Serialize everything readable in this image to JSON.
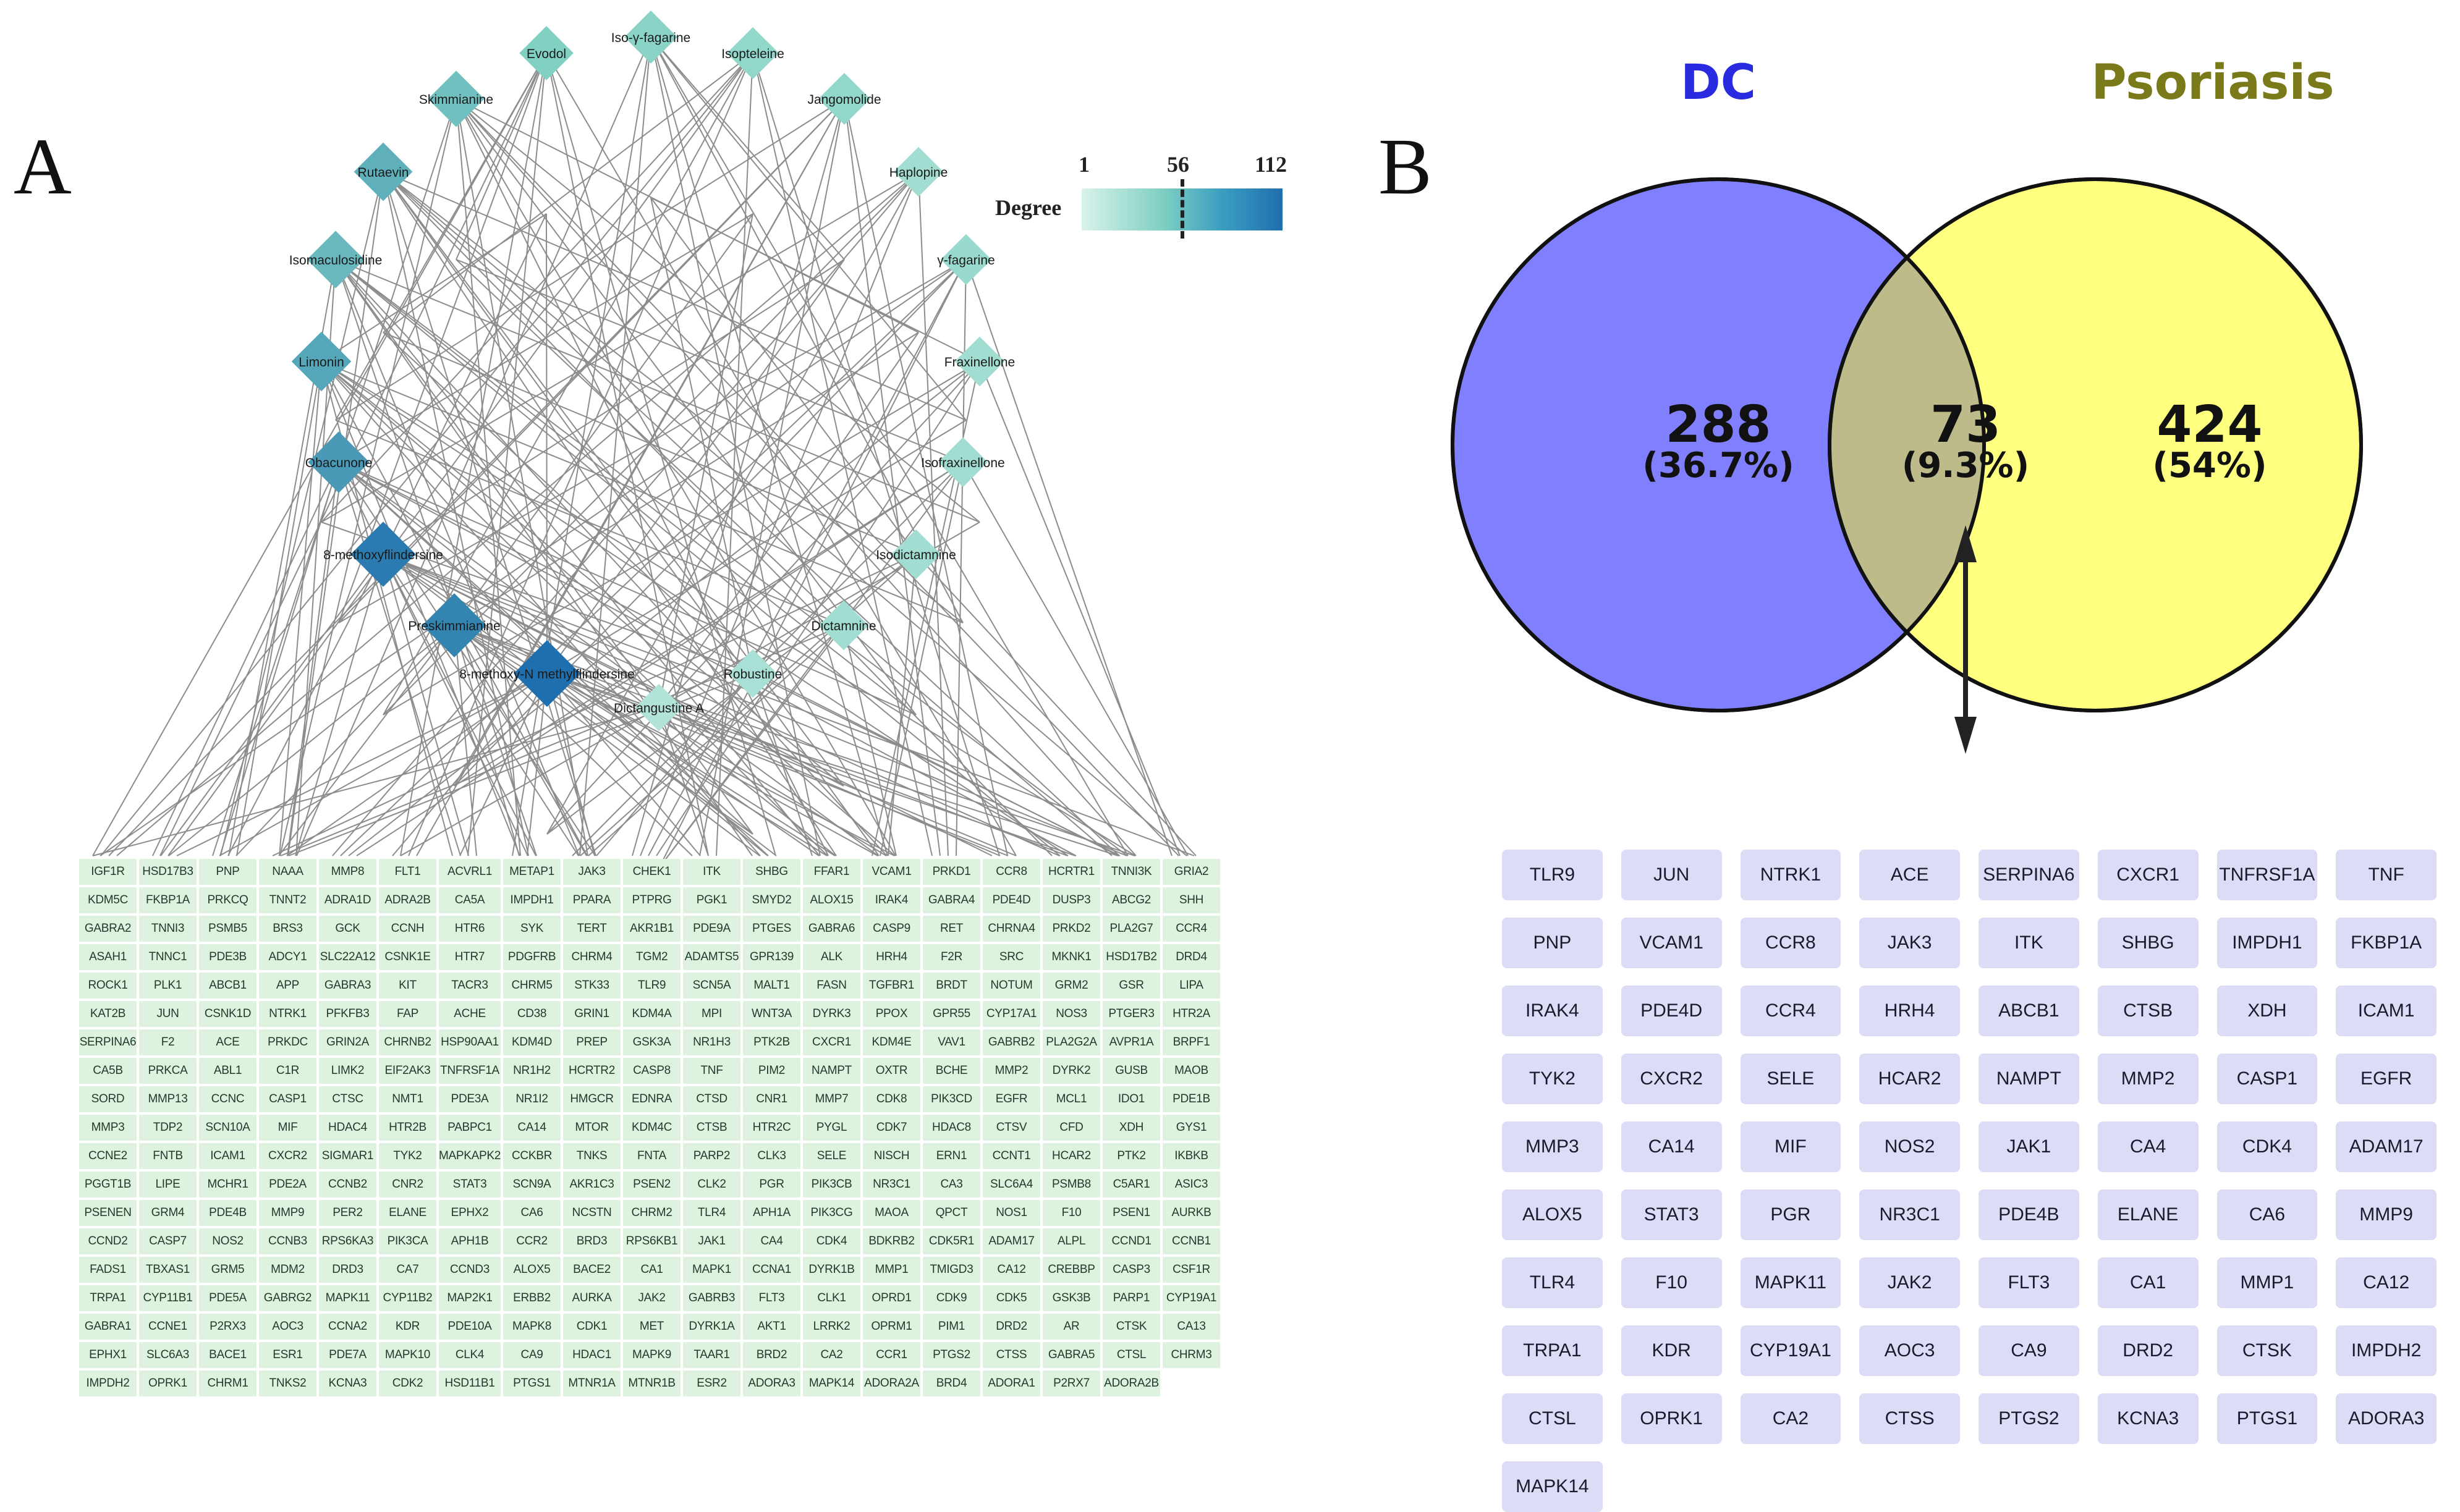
{
  "panels": {
    "a": "A",
    "b": "B"
  },
  "legend": {
    "title": "Degree",
    "min": "1",
    "mid": "56",
    "max": "112",
    "colors": {
      "low": "#d8f2ea",
      "mid": "#7fd0c2",
      "high": "#1f6fae"
    }
  },
  "compounds": [
    {
      "name": "Evodol",
      "degree": 55
    },
    {
      "name": "Iso-γ-fagarine",
      "degree": 50
    },
    {
      "name": "Isopteleine",
      "degree": 45
    },
    {
      "name": "Skimmianine",
      "degree": 65
    },
    {
      "name": "Jangomolide",
      "degree": 45
    },
    {
      "name": "Rutaevin",
      "degree": 75
    },
    {
      "name": "Haplopine",
      "degree": 35
    },
    {
      "name": "Isomaculosidine",
      "degree": 70
    },
    {
      "name": "γ-fagarine",
      "degree": 40
    },
    {
      "name": "Limonin",
      "degree": 80
    },
    {
      "name": "Fraxinellone",
      "degree": 35
    },
    {
      "name": "Obacunone",
      "degree": 88
    },
    {
      "name": "Isofraxinellone",
      "degree": 35
    },
    {
      "name": "8-methoxyflindersine",
      "degree": 105
    },
    {
      "name": "Isodictamnine",
      "degree": 35
    },
    {
      "name": "Preskimmianine",
      "degree": 100
    },
    {
      "name": "Dictamnine",
      "degree": 35
    },
    {
      "name": "8-methoxy-N methylflindersine",
      "degree": 112
    },
    {
      "name": "Robustine",
      "degree": 30
    },
    {
      "name": "Dictangustine A",
      "degree": 25
    }
  ],
  "targets_a": [
    [
      "IGF1R",
      "HSD17B3",
      "PNP",
      "NAAA",
      "MMP8",
      "FLT1",
      "ACVRL1",
      "METAP1",
      "JAK3",
      "CHEK1",
      "ITK",
      "SHBG",
      "FFAR1",
      "VCAM1",
      "PRKD1",
      "CCR8",
      "HCRTR1",
      "TNNI3K",
      "GRIA2"
    ],
    [
      "KDM5C",
      "FKBP1A",
      "PRKCQ",
      "TNNT2",
      "ADRA1D",
      "ADRA2B",
      "CA5A",
      "IMPDH1",
      "PPARA",
      "PTPRG",
      "PGK1",
      "SMYD2",
      "ALOX15",
      "IRAK4",
      "GABRA4",
      "PDE4D",
      "DUSP3",
      "ABCG2",
      "SHH"
    ],
    [
      "GABRA2",
      "TNNI3",
      "PSMB5",
      "BRS3",
      "GCK",
      "CCNH",
      "HTR6",
      "SYK",
      "TERT",
      "AKR1B1",
      "PDE9A",
      "PTGES",
      "GABRA6",
      "CASP9",
      "RET",
      "CHRNA4",
      "PRKD2",
      "PLA2G7",
      "CCR4"
    ],
    [
      "ASAH1",
      "TNNC1",
      "PDE3B",
      "ADCY1",
      "SLC22A12",
      "CSNK1E",
      "HTR7",
      "PDGFRB",
      "CHRM4",
      "TGM2",
      "ADAMTS5",
      "GPR139",
      "ALK",
      "HRH4",
      "F2R",
      "SRC",
      "MKNK1",
      "HSD17B2",
      "DRD4"
    ],
    [
      "ROCK1",
      "PLK1",
      "ABCB1",
      "APP",
      "GABRA3",
      "KIT",
      "TACR3",
      "CHRM5",
      "STK33",
      "TLR9",
      "SCN5A",
      "MALT1",
      "FASN",
      "TGFBR1",
      "BRDT",
      "NOTUM",
      "GRM2",
      "GSR",
      "LIPA"
    ],
    [
      "KAT2B",
      "JUN",
      "CSNK1D",
      "NTRK1",
      "PFKFB3",
      "FAP",
      "ACHE",
      "CD38",
      "GRIN1",
      "KDM4A",
      "MPI",
      "WNT3A",
      "DYRK3",
      "PPOX",
      "GPR55",
      "CYP17A1",
      "NOS3",
      "PTGER3",
      "HTR2A"
    ],
    [
      "SERPINA6",
      "F2",
      "ACE",
      "PRKDC",
      "GRIN2A",
      "CHRNB2",
      "HSP90AA1",
      "KDM4D",
      "PREP",
      "GSK3A",
      "NR1H3",
      "PTK2B",
      "CXCR1",
      "KDM4E",
      "VAV1",
      "GABRB2",
      "PLA2G2A",
      "AVPR1A",
      "BRPF1"
    ],
    [
      "CA5B",
      "PRKCA",
      "ABL1",
      "C1R",
      "LIMK2",
      "EIF2AK3",
      "TNFRSF1A",
      "NR1H2",
      "HCRTR2",
      "CASP8",
      "TNF",
      "PIM2",
      "NAMPT",
      "OXTR",
      "BCHE",
      "MMP2",
      "DYRK2",
      "GUSB",
      "MAOB"
    ],
    [
      "SORD",
      "MMP13",
      "CCNC",
      "CASP1",
      "CTSC",
      "NMT1",
      "PDE3A",
      "NR1I2",
      "HMGCR",
      "EDNRA",
      "CTSD",
      "CNR1",
      "MMP7",
      "CDK8",
      "PIK3CD",
      "EGFR",
      "MCL1",
      "IDO1",
      "PDE1B"
    ],
    [
      "MMP3",
      "TDP2",
      "SCN10A",
      "MIF",
      "HDAC4",
      "HTR2B",
      "PABPC1",
      "CA14",
      "MTOR",
      "KDM4C",
      "CTSB",
      "HTR2C",
      "PYGL",
      "CDK7",
      "HDAC8",
      "CTSV",
      "CFD",
      "XDH",
      "GYS1"
    ],
    [
      "CCNE2",
      "FNTB",
      "ICAM1",
      "CXCR2",
      "SIGMAR1",
      "TYK2",
      "MAPKAPK2",
      "CCKBR",
      "TNKS",
      "FNTA",
      "PARP2",
      "CLK3",
      "SELE",
      "NISCH",
      "ERN1",
      "CCNT1",
      "HCAR2",
      "PTK2",
      "IKBKB"
    ],
    [
      "PGGT1B",
      "LIPE",
      "MCHR1",
      "PDE2A",
      "CCNB2",
      "CNR2",
      "STAT3",
      "SCN9A",
      "AKR1C3",
      "PSEN2",
      "CLK2",
      "PGR",
      "PIK3CB",
      "NR3C1",
      "CA3",
      "SLC6A4",
      "PSMB8",
      "C5AR1",
      "ASIC3"
    ],
    [
      "PSENEN",
      "GRM4",
      "PDE4B",
      "MMP9",
      "PER2",
      "ELANE",
      "EPHX2",
      "CA6",
      "NCSTN",
      "CHRM2",
      "TLR4",
      "APH1A",
      "PIK3CG",
      "MAOA",
      "QPCT",
      "NOS1",
      "F10",
      "PSEN1",
      "AURKB"
    ],
    [
      "CCND2",
      "CASP7",
      "NOS2",
      "CCNB3",
      "RPS6KA3",
      "PIK3CA",
      "APH1B",
      "CCR2",
      "BRD3",
      "RPS6KB1",
      "JAK1",
      "CA4",
      "CDK4",
      "BDKRB2",
      "CDK5R1",
      "ADAM17",
      "ALPL",
      "CCND1",
      "CCNB1"
    ],
    [
      "FADS1",
      "TBXAS1",
      "GRM5",
      "MDM2",
      "DRD3",
      "CA7",
      "CCND3",
      "ALOX5",
      "BACE2",
      "CA1",
      "MAPK1",
      "CCNA1",
      "DYRK1B",
      "MMP1",
      "TMIGD3",
      "CA12",
      "CREBBP",
      "CASP3",
      "CSF1R"
    ],
    [
      "TRPA1",
      "CYP11B1",
      "PDE5A",
      "GABRG2",
      "MAPK11",
      "CYP11B2",
      "MAP2K1",
      "ERBB2",
      "AURKA",
      "JAK2",
      "GABRB3",
      "FLT3",
      "CLK1",
      "OPRD1",
      "CDK9",
      "CDK5",
      "GSK3B",
      "PARP1",
      "CYP19A1"
    ],
    [
      "GABRA1",
      "CCNE1",
      "P2RX3",
      "AOC3",
      "CCNA2",
      "KDR",
      "PDE10A",
      "MAPK8",
      "CDK1",
      "MET",
      "DYRK1A",
      "AKT1",
      "LRRK2",
      "OPRM1",
      "PIM1",
      "DRD2",
      "AR",
      "CTSK",
      "CA13"
    ],
    [
      "EPHX1",
      "SLC6A3",
      "BACE1",
      "ESR1",
      "PDE7A",
      "MAPK10",
      "CLK4",
      "CA9",
      "HDAC1",
      "MAPK9",
      "TAAR1",
      "BRD2",
      "CA2",
      "CCR1",
      "PTGS2",
      "CTSS",
      "GABRA5",
      "CTSL",
      "CHRM3"
    ],
    [
      "IMPDH2",
      "OPRK1",
      "CHRM1",
      "TNKS2",
      "KCNA3",
      "CDK2",
      "HSD11B1",
      "PTGS1",
      "MTNR1A",
      "MTNR1B",
      "ESR2",
      "ADORA3",
      "MAPK14",
      "ADORA2A",
      "BRD4",
      "ADORA1",
      "P2RX7",
      "ADORA2B"
    ]
  ],
  "venn": {
    "left_label": "DC",
    "right_label": "Psoriasis",
    "left_only": {
      "count": "288",
      "percent": "(36.7%)"
    },
    "overlap": {
      "count": "73",
      "percent": "(9.3%)"
    },
    "right_only": {
      "count": "424",
      "percent": "(54%)"
    },
    "colors": {
      "left": "#8080ff",
      "right": "#ffff80",
      "overlap": "#bdbb8a",
      "left_label": "#2a2ae0",
      "right_label": "#7a7a1a"
    }
  },
  "targets_b": [
    "TLR9",
    "JUN",
    "NTRK1",
    "ACE",
    "SERPINA6",
    "CXCR1",
    "TNFRSF1A",
    "TNF",
    "PNP",
    "VCAM1",
    "CCR8",
    "JAK3",
    "ITK",
    "SHBG",
    "IMPDH1",
    "FKBP1A",
    "IRAK4",
    "PDE4D",
    "CCR4",
    "HRH4",
    "ABCB1",
    "CTSB",
    "XDH",
    "ICAM1",
    "TYK2",
    "CXCR2",
    "SELE",
    "HCAR2",
    "NAMPT",
    "MMP2",
    "CASP1",
    "EGFR",
    "MMP3",
    "CA14",
    "MIF",
    "NOS2",
    "JAK1",
    "CA4",
    "CDK4",
    "ADAM17",
    "ALOX5",
    "STAT3",
    "PGR",
    "NR3C1",
    "PDE4B",
    "ELANE",
    "CA6",
    "MMP9",
    "TLR4",
    "F10",
    "MAPK11",
    "JAK2",
    "FLT3",
    "CA1",
    "MMP1",
    "CA12",
    "TRPA1",
    "KDR",
    "CYP19A1",
    "AOC3",
    "CA9",
    "DRD2",
    "CTSK",
    "IMPDH2",
    "CTSL",
    "OPRK1",
    "CA2",
    "CTSS",
    "PTGS2",
    "KCNA3",
    "PTGS1",
    "ADORA3",
    "MAPK14"
  ]
}
